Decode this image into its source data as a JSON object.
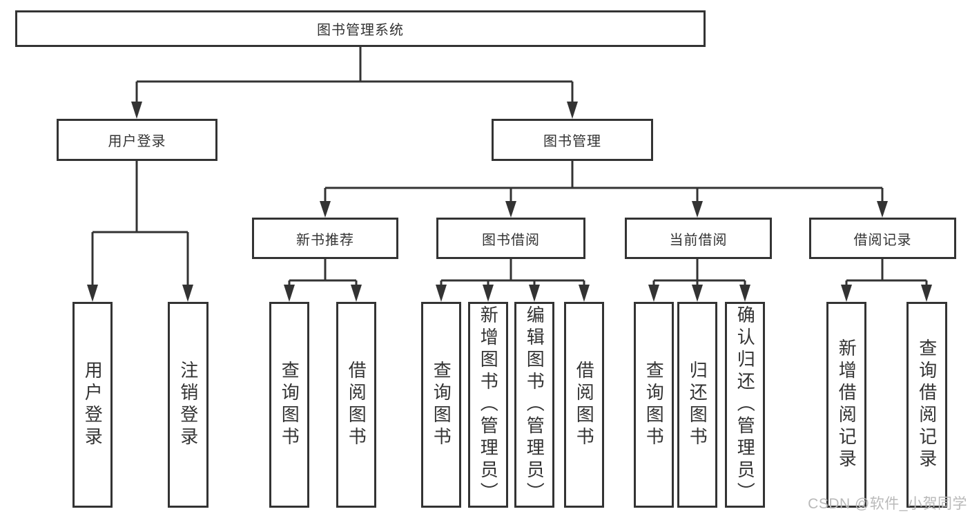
{
  "watermark": "CSDN @软件_小贺同学",
  "colors": {
    "line": "#333333",
    "text": "#333333",
    "box_background": "#ffffff",
    "watermark": "#b9b9b9"
  },
  "tree": {
    "root": {
      "label": "图书管理系统"
    },
    "branches": [
      {
        "label": "用户登录",
        "children": [
          {
            "label": "用户登录"
          },
          {
            "label": "注销登录"
          }
        ]
      },
      {
        "label": "图书管理",
        "children": [
          {
            "label": "新书推荐",
            "children": [
              {
                "label": "查询图书"
              },
              {
                "label": "借阅图书"
              }
            ]
          },
          {
            "label": "图书借阅",
            "children": [
              {
                "label": "查询图书"
              },
              {
                "label": "新增图书（管理员）"
              },
              {
                "label": "编辑图书（管理员）"
              },
              {
                "label": "借阅图书"
              }
            ]
          },
          {
            "label": "当前借阅",
            "children": [
              {
                "label": "查询图书"
              },
              {
                "label": "归还图书"
              },
              {
                "label": "确认归还（管理员）"
              }
            ]
          },
          {
            "label": "借阅记录",
            "children": [
              {
                "label": "新增借阅记录"
              },
              {
                "label": "查询借阅记录"
              }
            ]
          }
        ]
      }
    ]
  }
}
